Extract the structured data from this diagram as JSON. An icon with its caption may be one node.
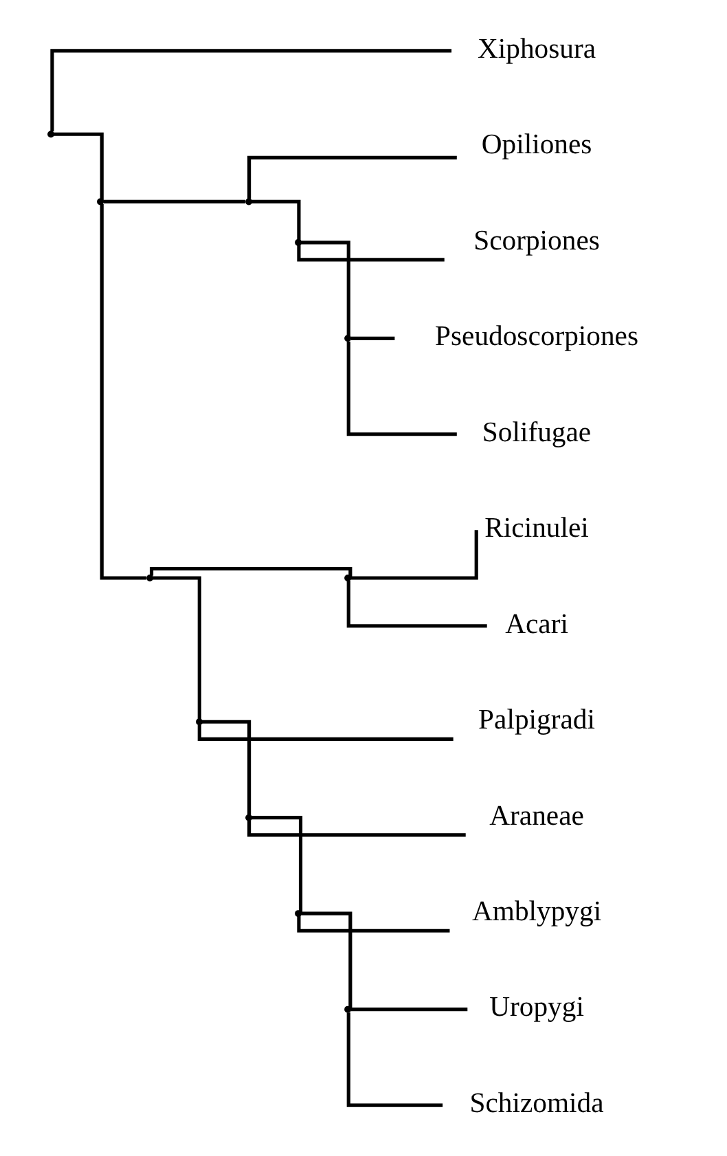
{
  "diagram": {
    "nodes": [
      {
        "text": [],
        "shape": "point"
      },
      {
        "text": [
          "Xiphosura"
        ]
      },
      {
        "text": [],
        "shape": "point"
      },
      {
        "text": [],
        "shape": "point"
      },
      {
        "text": [
          "Opiliones"
        ]
      },
      {
        "text": [],
        "shape": "point"
      },
      {
        "text": [
          "Scorpiones"
        ]
      },
      {
        "text": [],
        "shape": "point"
      },
      {
        "text": [
          "Pseudoscorpiones"
        ]
      },
      {
        "text": [
          "Solifugae"
        ]
      },
      {
        "text": [],
        "shape": "point"
      },
      {
        "text": [],
        "shape": "point"
      },
      {
        "text": [
          "Ricinulei"
        ]
      },
      {
        "text": [
          "Acari"
        ]
      },
      {
        "text": [],
        "shape": "point"
      },
      {
        "text": [
          "Palpigradi"
        ]
      },
      {
        "text": [],
        "shape": "point"
      },
      {
        "text": [
          "Araneae"
        ]
      },
      {
        "text": [],
        "shape": "point"
      },
      {
        "text": [
          "Amblypygi"
        ]
      },
      {
        "text": [],
        "shape": "point"
      },
      {
        "text": [
          "Uropygi"
        ]
      },
      {
        "text": [
          "Schizomida"
        ]
      }
    ],
    "edges": [
      {
        "from": 0,
        "to": 1,
        "arrow": "none"
      },
      {
        "from": 0,
        "to": 2,
        "arrow": "none"
      },
      {
        "from": 2,
        "to": 3,
        "arrow": "none"
      },
      {
        "from": 3,
        "to": 4,
        "arrow": "none"
      },
      {
        "from": 3,
        "to": 5,
        "arrow": "none"
      },
      {
        "from": 5,
        "to": 6,
        "arrow": "none"
      },
      {
        "from": 5,
        "to": 7,
        "arrow": "none"
      },
      {
        "from": 7,
        "to": 8,
        "arrow": "none"
      },
      {
        "from": 7,
        "to": 9,
        "arrow": "none"
      },
      {
        "from": 2,
        "to": 10,
        "arrow": "none"
      },
      {
        "from": 10,
        "to": 11,
        "arrow": "none"
      },
      {
        "from": 11,
        "to": 12,
        "arrow": "none"
      },
      {
        "from": 11,
        "to": 13,
        "arrow": "none"
      },
      {
        "from": 10,
        "to": 14,
        "arrow": "none"
      },
      {
        "from": 14,
        "to": 15,
        "arrow": "none"
      },
      {
        "from": 14,
        "to": 16,
        "arrow": "none"
      },
      {
        "from": 16,
        "to": 17,
        "arrow": "none"
      },
      {
        "from": 16,
        "to": 18,
        "arrow": "none"
      },
      {
        "from": 18,
        "to": 19,
        "arrow": "none"
      },
      {
        "from": 18,
        "to": 20,
        "arrow": "none"
      },
      {
        "from": 20,
        "to": 21,
        "arrow": "none"
      },
      {
        "from": 20,
        "to": 22,
        "arrow": "none"
      }
    ]
  }
}
